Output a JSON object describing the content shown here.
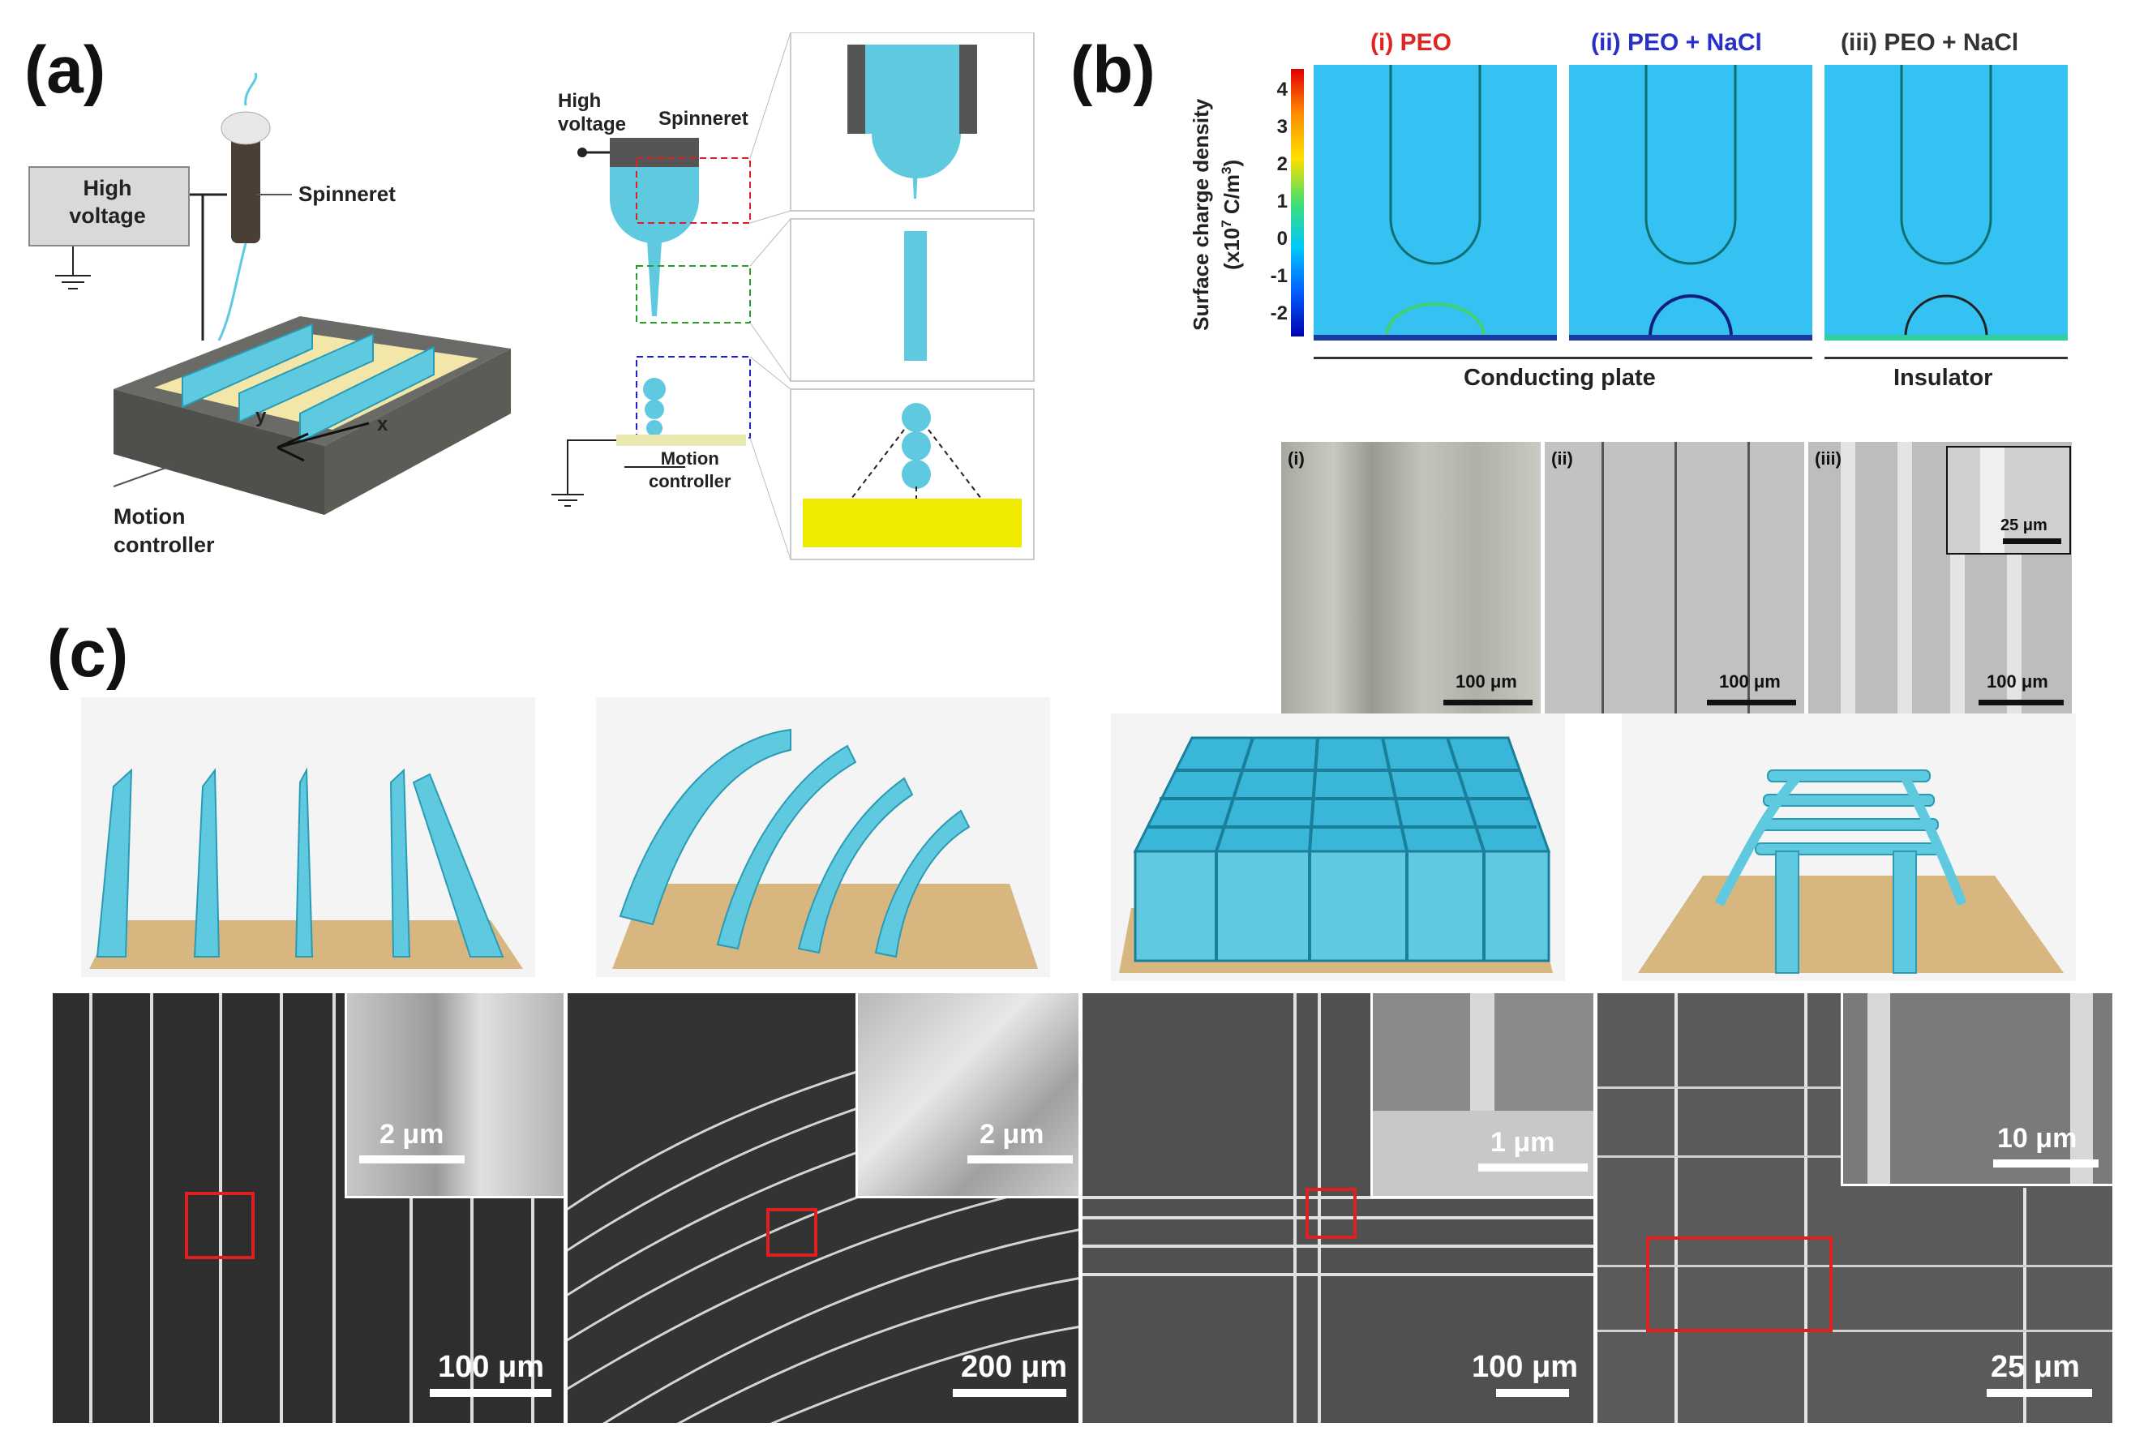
{
  "panels": {
    "a": "(a)",
    "b": "(b)",
    "c": "(c)"
  },
  "panel_a": {
    "high_voltage_box": "High\nvoltage",
    "spinneret": "Spinneret",
    "motion_controller": "Motion\ncontroller",
    "axis_x": "x",
    "axis_y": "y",
    "schematic_high_voltage": "High\nvoltage",
    "schematic_spinneret": "Spinneret",
    "schematic_motion_controller": "Motion\ncontroller"
  },
  "panel_b": {
    "titles": [
      "(i) PEO",
      "(ii) PEO + NaCl",
      "(iii) PEO + NaCl"
    ],
    "title_colors": [
      "#e02424",
      "#2830c8",
      "#333333"
    ],
    "colorbar_label_line1": "Surface charge density",
    "colorbar_label_line2": "(x10",
    "colorbar_label_exp": "7",
    "colorbar_label_unit": " C/m",
    "colorbar_label_unit_exp": "3",
    "colorbar_label_close": ")",
    "colorbar_ticks": [
      "4",
      "3",
      "2",
      "1",
      "0",
      "-1",
      "-2"
    ],
    "base_labels": [
      "Conducting plate",
      "Insulator"
    ],
    "micro_labels": [
      "(i)",
      "(ii)",
      "(iii)"
    ],
    "micro_scales": [
      "100 μm",
      "100 μm",
      "100 μm"
    ],
    "inset_scale": "25 μm"
  },
  "panel_c": {
    "sem_scales": [
      "100 μm",
      "200 μm",
      "100 μm",
      "25 μm"
    ],
    "inset_scales": [
      "2 μm",
      "2 μm",
      "1 μm",
      "10 μm"
    ]
  }
}
